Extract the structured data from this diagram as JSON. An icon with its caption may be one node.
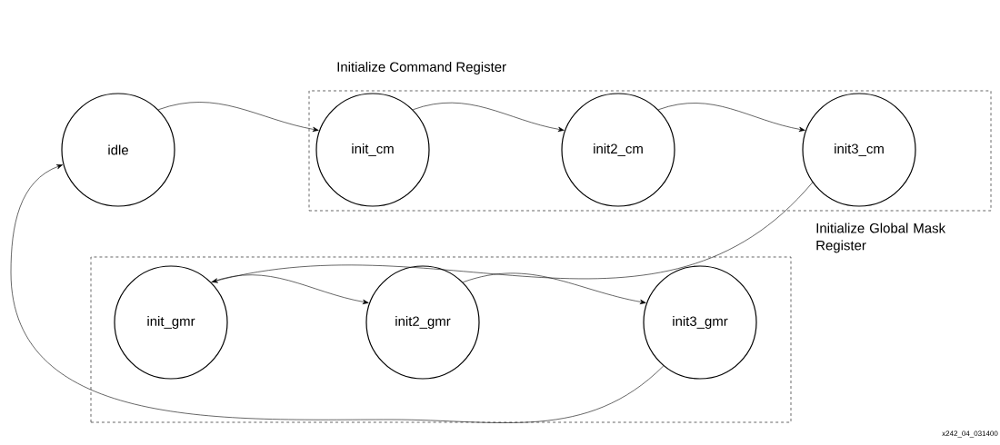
{
  "diagram": {
    "nodes": [
      {
        "text": [
          "idle"
        ]
      },
      {
        "text": [
          "Initialize Command Register"
        ]
      },
      {
        "text": [
          "init_cm"
        ],
        "in": 1
      },
      {
        "text": [
          "init2_cm"
        ],
        "in": 1
      },
      {
        "text": [
          "init3_cm"
        ],
        "in": 1
      },
      {
        "text": [
          "Initialize Global Mask Register"
        ]
      },
      {
        "text": [
          "init_gmr"
        ],
        "in": 5
      },
      {
        "text": [
          "init2_gmr"
        ],
        "in": 5
      },
      {
        "text": [
          "init3_gmr"
        ],
        "in": 5
      }
    ],
    "edges": [
      {
        "from": 0,
        "to": 2,
        "arrow": "to"
      },
      {
        "from": 2,
        "to": 3,
        "arrow": "to"
      },
      {
        "from": 3,
        "to": 4,
        "arrow": "to"
      },
      {
        "from": 4,
        "to": 6,
        "arrow": "to"
      },
      {
        "from": 6,
        "to": 7,
        "arrow": "to"
      },
      {
        "from": 7,
        "to": 8,
        "arrow": "to"
      },
      {
        "from": 8,
        "to": 0,
        "arrow": "to"
      }
    ],
    "labels": [
      "x242_04_031400"
    ]
  }
}
